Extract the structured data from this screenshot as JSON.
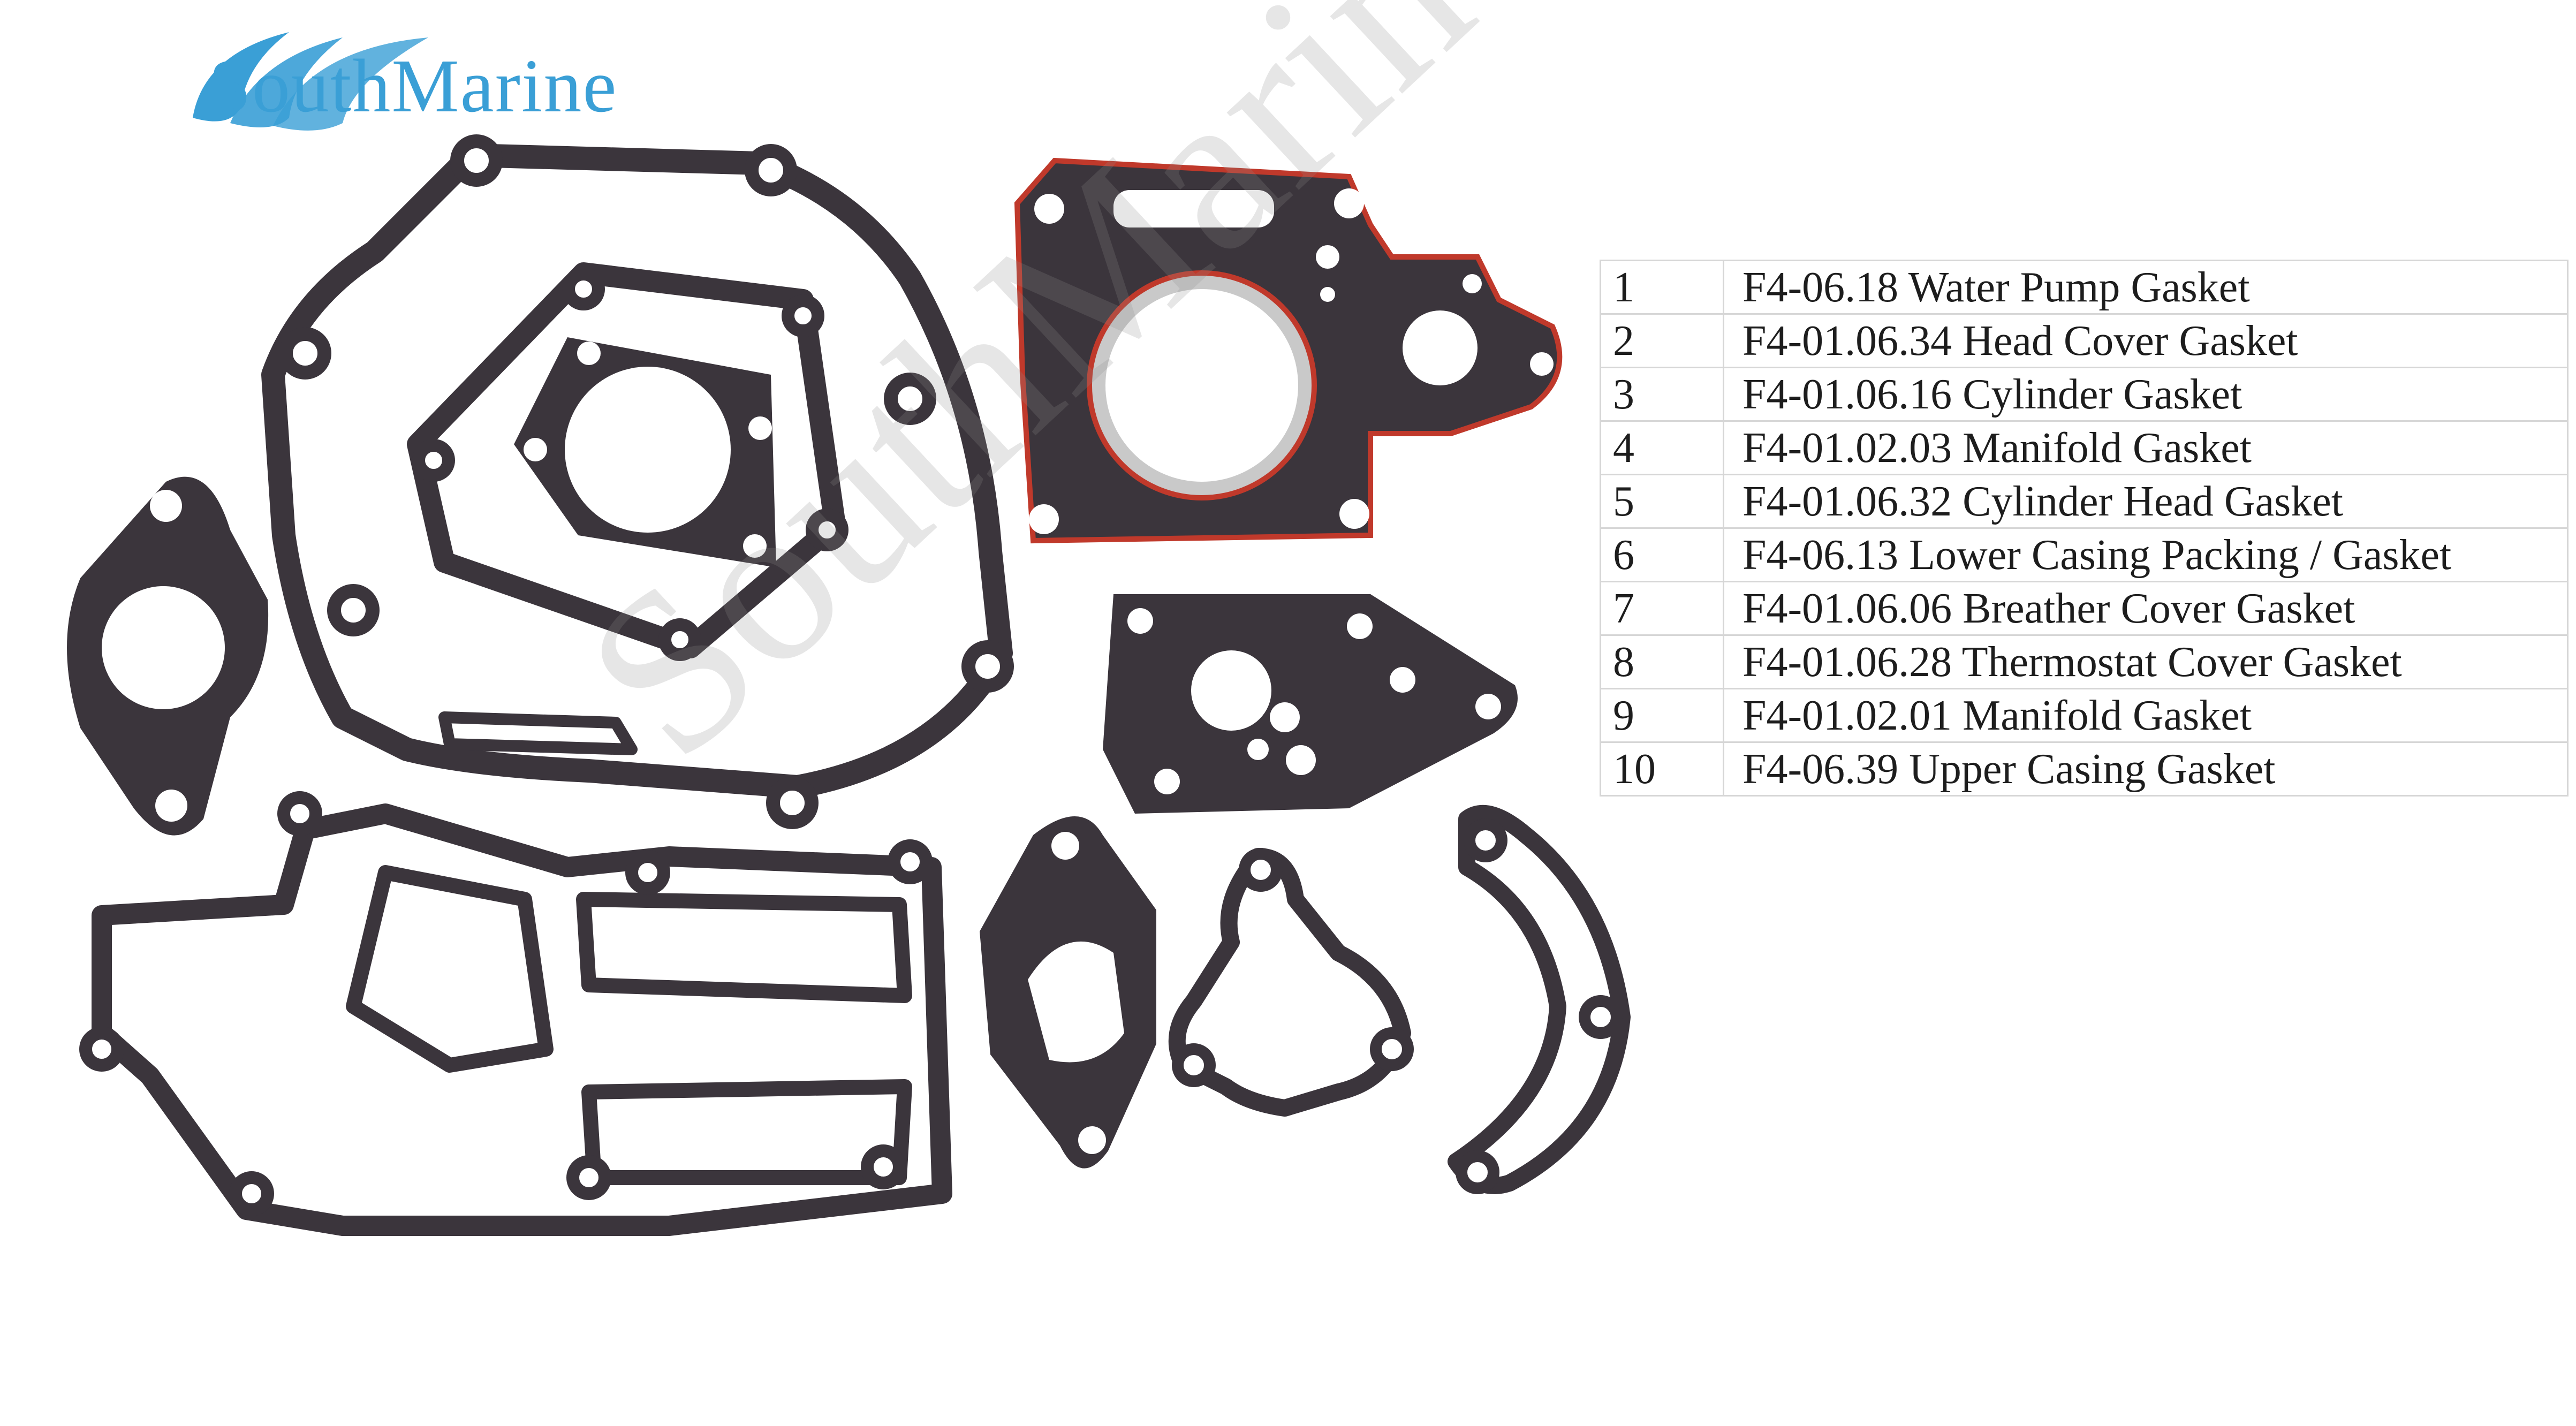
{
  "brand": {
    "name": "SouthMarine",
    "color": "#3a9fd6",
    "watermark": "SouthMarine"
  },
  "image": {
    "subject": "outboard motor gasket kit",
    "gasket_color": "#3b353c",
    "head_gasket_accent": "#c0392b"
  },
  "parts_table": {
    "rows": [
      {
        "no": "1",
        "desc": "F4-06.18 Water Pump Gasket"
      },
      {
        "no": "2",
        "desc": "F4-01.06.34 Head Cover Gasket"
      },
      {
        "no": "3",
        "desc": "F4-01.06.16 Cylinder Gasket"
      },
      {
        "no": "4",
        "desc": "F4-01.02.03 Manifold Gasket"
      },
      {
        "no": "5",
        "desc": "F4-01.06.32 Cylinder Head Gasket"
      },
      {
        "no": "6",
        "desc": "F4-06.13 Lower Casing Packing / Gasket"
      },
      {
        "no": "7",
        "desc": "F4-01.06.06 Breather Cover Gasket"
      },
      {
        "no": "8",
        "desc": "F4-01.06.28 Thermostat Cover Gasket"
      },
      {
        "no": "9",
        "desc": "F4-01.02.01 Manifold Gasket"
      },
      {
        "no": "10",
        "desc": "F4-06.39 Upper Casing Gasket"
      }
    ]
  }
}
